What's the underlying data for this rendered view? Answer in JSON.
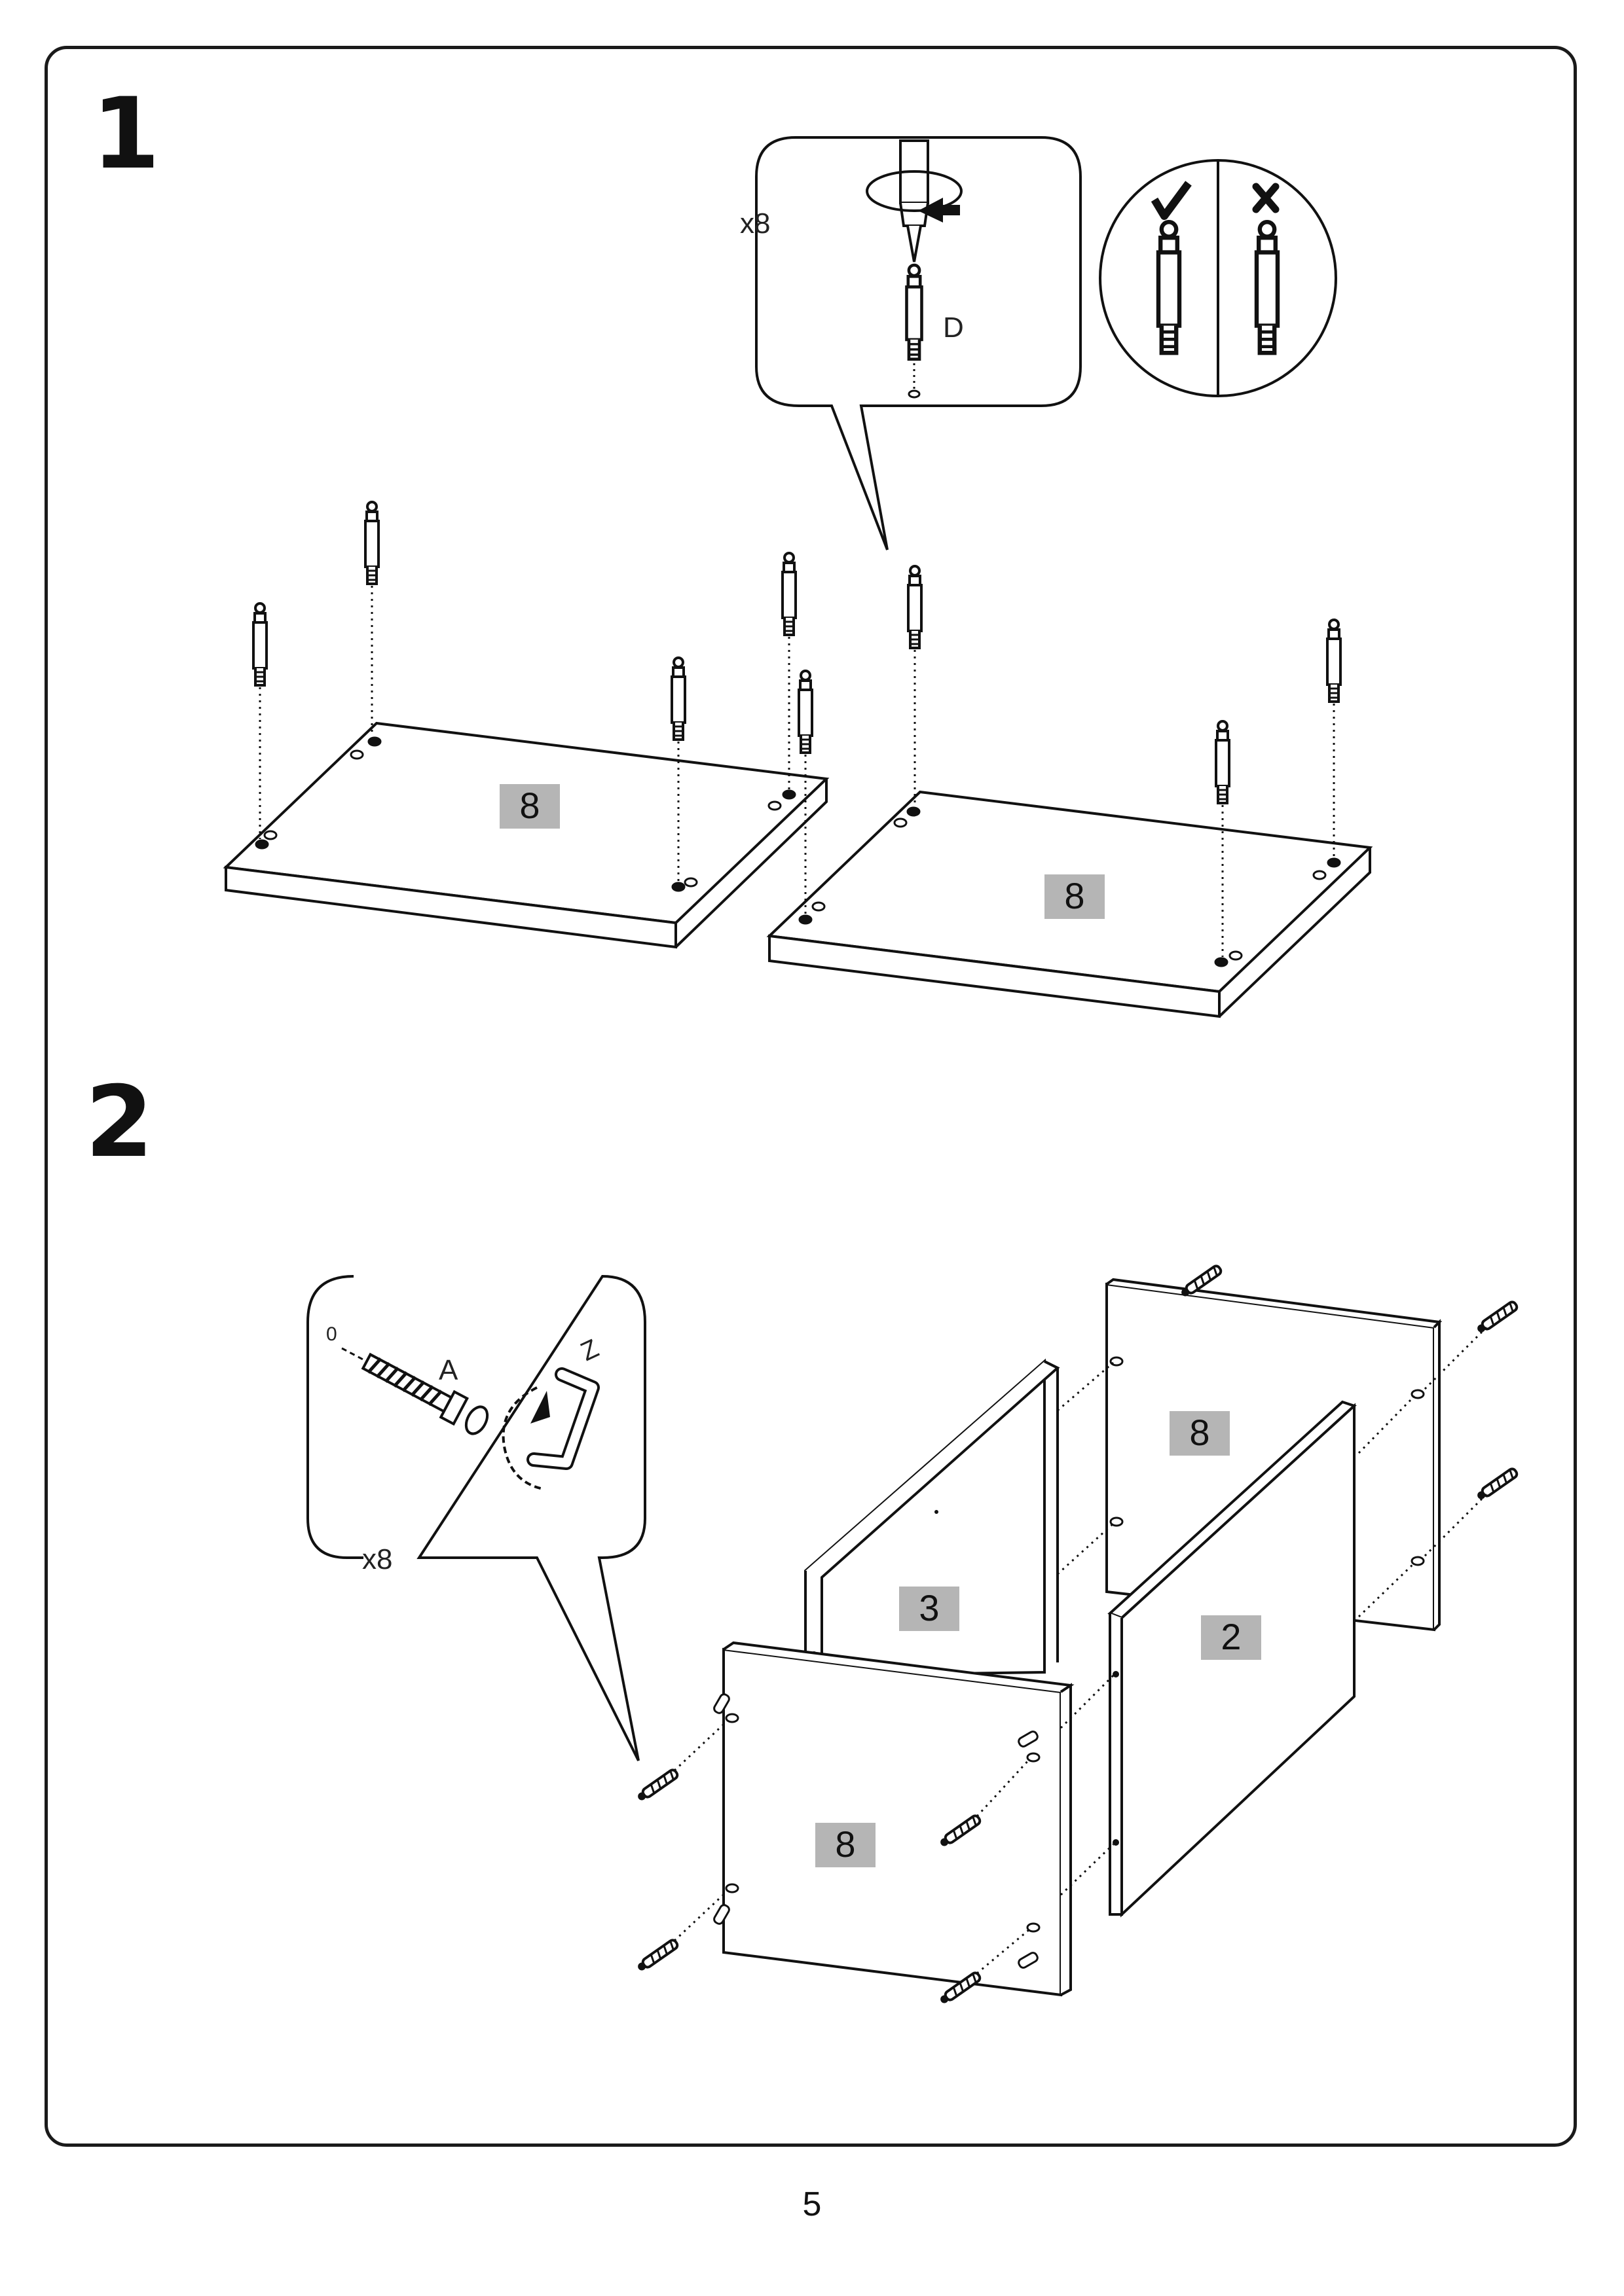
{
  "steps": {
    "step1": "1",
    "step2": "2"
  },
  "callout1": {
    "quantity": "x8",
    "part": "D"
  },
  "callout2": {
    "quantity": "x8",
    "part": "A",
    "tool": "Z",
    "zero": "0"
  },
  "panels": {
    "p8a": "8",
    "p8b": "8",
    "p8c": "8",
    "p3": "3",
    "p2": "2",
    "p8d": "8"
  },
  "page": {
    "number": "5"
  },
  "icons": [
    "correct-check-icon",
    "wrong-cross-icon",
    "rotate-arrow-icon",
    "screwdriver-icon",
    "allen-key-icon",
    "dowel-icon",
    "screw-icon"
  ]
}
